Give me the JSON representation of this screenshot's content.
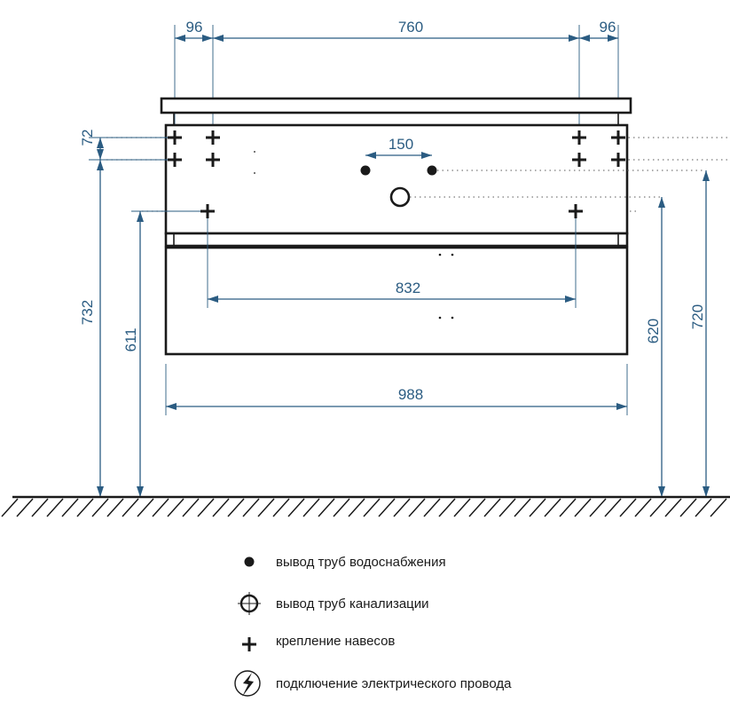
{
  "dimensions": {
    "top_left_offset": "96",
    "top_center": "760",
    "top_right_offset": "96",
    "water_spacing": "150",
    "mount_vertical_spacing": "72",
    "mount_bottom_spacing": "832",
    "overall_width": "988",
    "height_top_mount": "732",
    "height_bottom_mount": "611",
    "height_drain": "620",
    "height_water": "720"
  },
  "legend": [
    {
      "icon": "water-supply-dot-icon",
      "label": "вывод труб водоснабжения"
    },
    {
      "icon": "drain-circle-icon",
      "label": "вывод труб канализации"
    },
    {
      "icon": "mount-plus-icon",
      "label": "крепление навесов"
    },
    {
      "icon": "electric-connection-icon",
      "label": "подключение электрического провода"
    }
  ],
  "colors": {
    "dimension": "#2b5c82",
    "outline": "#1a1a1a"
  }
}
